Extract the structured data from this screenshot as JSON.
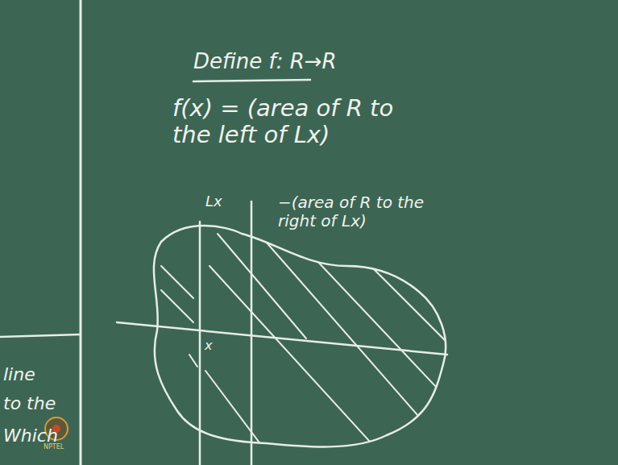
{
  "diagram": {
    "title": "Define f: R→R",
    "labels": [
      "f(x) = (area of R to the left of Lx)",
      "−(area of R to the right of Lx)",
      "Lx",
      "x",
      "line",
      "to the",
      "Which",
      "NPTEL"
    ]
  }
}
